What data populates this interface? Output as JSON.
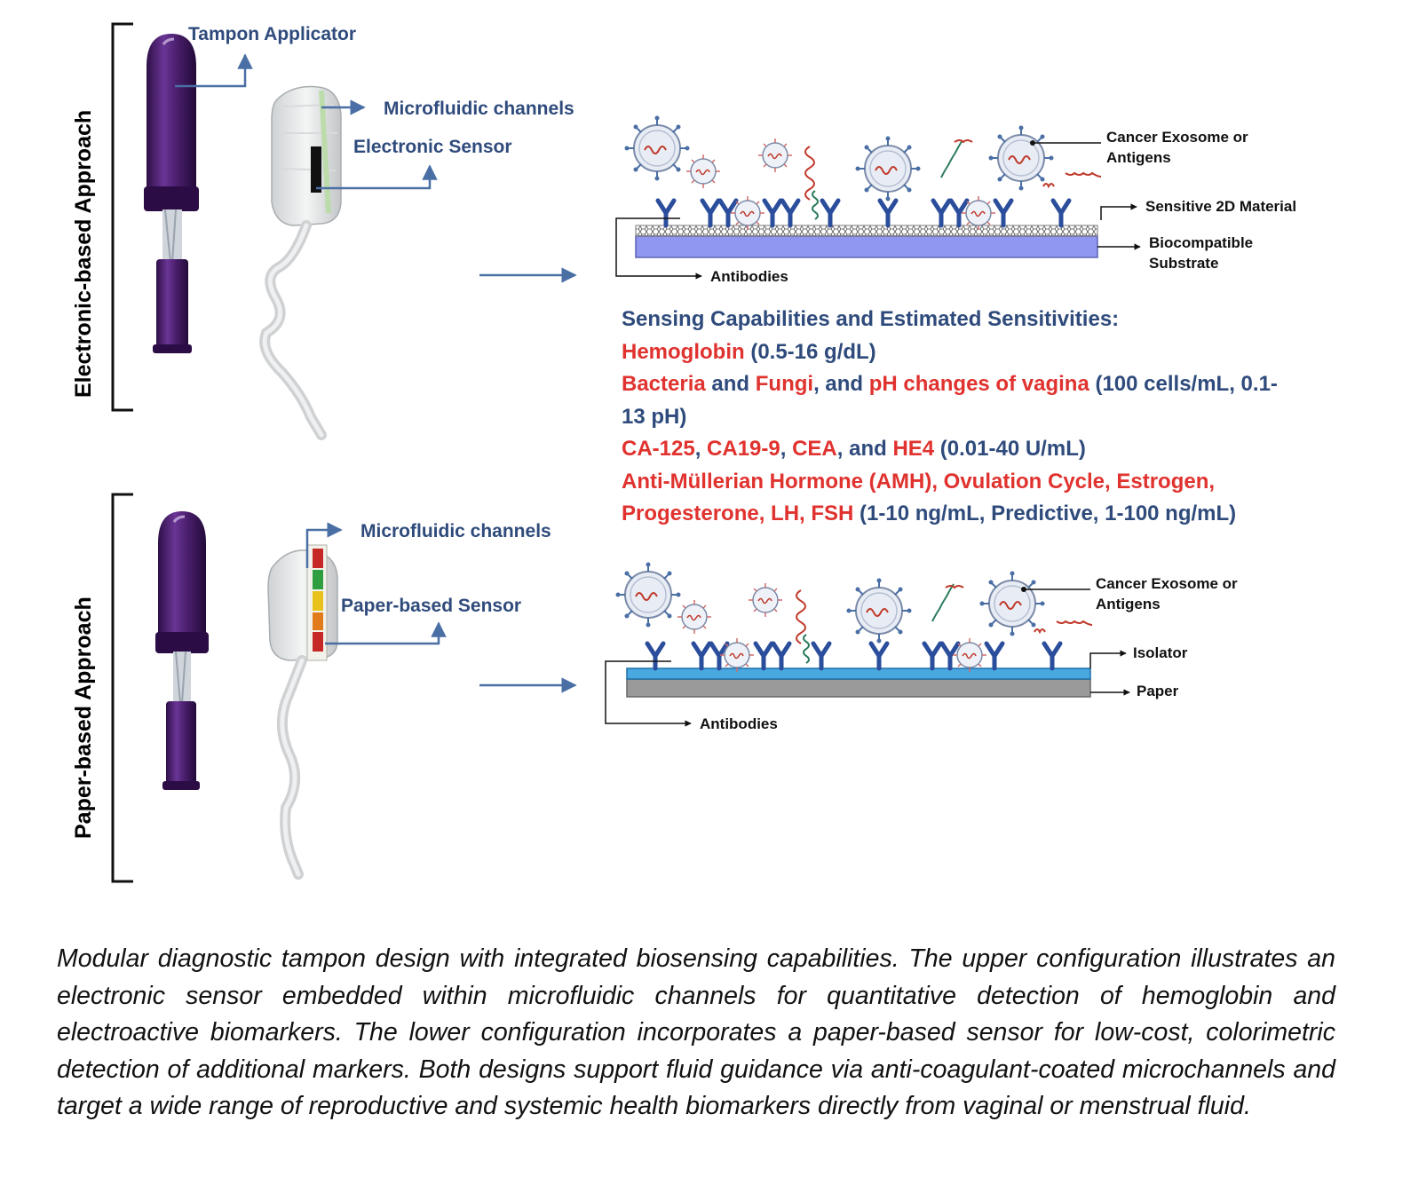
{
  "approaches": {
    "electronic": {
      "title": "Electronic-based Approach",
      "labels": {
        "applicator": "Tampon Applicator",
        "channels": "Microfluidic channels",
        "sensor": "Electronic Sensor"
      },
      "diagram": {
        "exosome": [
          "Cancer Exosome or",
          "Antigens"
        ],
        "material": "Sensitive 2D Material",
        "substrate": [
          "Biocompatible",
          "Substrate"
        ],
        "antibodies": "Antibodies"
      }
    },
    "paper": {
      "title": "Paper-based Approach",
      "labels": {
        "channels": "Microfluidic channels",
        "sensor": "Paper-based Sensor"
      },
      "diagram": {
        "exosome": [
          "Cancer Exosome or",
          "Antigens"
        ],
        "isolator": "Isolator",
        "paper": "Paper",
        "antibodies": "Antibodies"
      }
    }
  },
  "sensing": {
    "heading": "Sensing Capabilities and Estimated Sensitivities:",
    "hemoglobin": "Hemoglobin",
    "hemoglobin_range": " (0.5-16 g/dL)",
    "bacteria": "Bacteria",
    "and1": " and ",
    "fungi": "Fungi",
    "and2": ", and ",
    "ph": "pH changes of vagina",
    "ph_range": " (100 cells/mL, 0.1-13 pH)",
    "ca125": "CA-125",
    "comma1": ", ",
    "ca199": "CA19-9",
    "comma2": ", ",
    "cea": "CEA",
    "and3": ", and ",
    "he4": "HE4",
    "tumor_range": " (0.01-40 U/mL)",
    "hormones": "Anti-Müllerian Hormone (AMH), Ovulation Cycle, Estrogen, Progesterone, LH, FSH",
    "hormone_range": " (1-10 ng/mL, Predictive, 1-100 ng/mL)"
  },
  "caption": "Modular diagnostic tampon design with integrated biosensing capabilities. The upper configuration illustrates an electronic sensor embedded within microfluidic channels for quantitative detection of hemoglobin and electroactive biomarkers. The lower configuration incorporates a paper-based sensor for low-cost, colorimetric detection of additional markers. Both designs support fluid guidance via anti-coagulant-coated microchannels and target a wide range of reproductive and systemic health biomarkers directly from vaginal or menstrual fluid.",
  "colors": {
    "label_blue": "#2f4b7c",
    "highlight_red": "#e0322e",
    "applicator_purple": "#4b1f6e",
    "substrate_blue": "#8f97f0",
    "isolator_blue": "#4aa8e0",
    "paper_gray": "#9a9a9a",
    "antibody_blue": "#2a4d9c"
  },
  "paper_strip_colors": [
    "#c62828",
    "#2e9e3e",
    "#e8c21a",
    "#e07a1a",
    "#c62828"
  ]
}
